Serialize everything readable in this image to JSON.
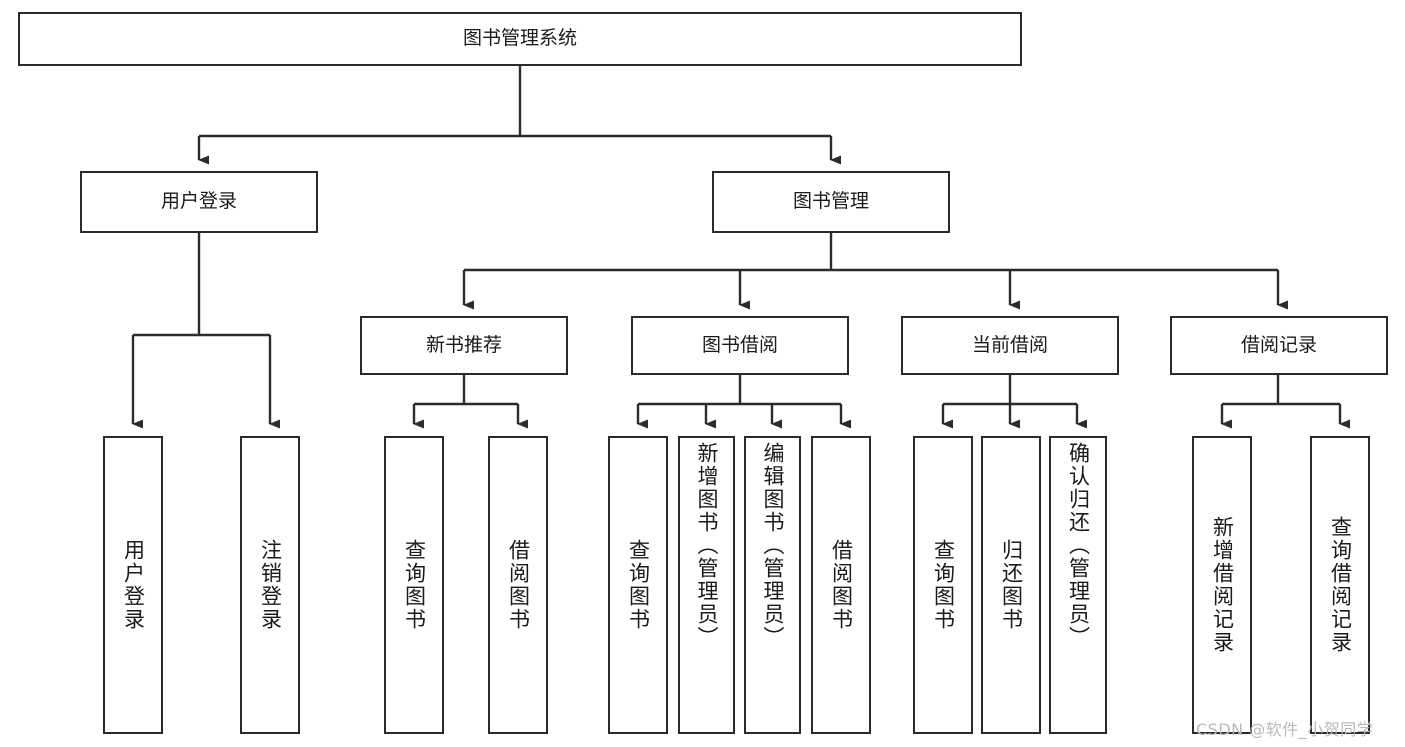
{
  "diagram": {
    "type": "tree-hierarchy-chart",
    "title": "图书管理系统",
    "colors": {
      "stroke": "#2b2b2b",
      "fill": "#ffffff",
      "text": "#1a1a1a",
      "watermark": "#b9b9b9"
    },
    "levels": {
      "root": {
        "label": "图书管理系统"
      },
      "level1": [
        {
          "id": "user-login",
          "label": "用户登录"
        },
        {
          "id": "book-management",
          "label": "图书管理"
        }
      ],
      "level2": [
        {
          "id": "new-book-recommend",
          "label": "新书推荐",
          "parent": "book-management"
        },
        {
          "id": "book-borrow",
          "label": "图书借阅",
          "parent": "book-management"
        },
        {
          "id": "current-borrow",
          "label": "当前借阅",
          "parent": "book-management"
        },
        {
          "id": "borrow-record",
          "label": "借阅记录",
          "parent": "book-management"
        }
      ],
      "leaves": [
        {
          "id": "leaf-user-login",
          "label": "用户登录",
          "parent": "user-login"
        },
        {
          "id": "leaf-logout",
          "label": "注销登录",
          "parent": "user-login"
        },
        {
          "id": "leaf-query-book-1",
          "label": "查询图书",
          "parent": "new-book-recommend"
        },
        {
          "id": "leaf-borrow-book-1",
          "label": "借阅图书",
          "parent": "new-book-recommend"
        },
        {
          "id": "leaf-query-book-2",
          "label": "查询图书",
          "parent": "book-borrow"
        },
        {
          "id": "leaf-add-book",
          "label": "新增图书（管理员）",
          "parent": "book-borrow"
        },
        {
          "id": "leaf-edit-book",
          "label": "编辑图书（管理员）",
          "parent": "book-borrow"
        },
        {
          "id": "leaf-borrow-book-2",
          "label": "借阅图书",
          "parent": "book-borrow"
        },
        {
          "id": "leaf-query-book-3",
          "label": "查询图书",
          "parent": "current-borrow"
        },
        {
          "id": "leaf-return-book",
          "label": "归还图书",
          "parent": "current-borrow"
        },
        {
          "id": "leaf-confirm-return",
          "label": "确认归还（管理员）",
          "parent": "current-borrow"
        },
        {
          "id": "leaf-add-record",
          "label": "新增借阅记录",
          "parent": "borrow-record"
        },
        {
          "id": "leaf-query-record",
          "label": "查询借阅记录",
          "parent": "borrow-record"
        }
      ]
    },
    "watermark": "CSDN @软件_小贺同学"
  }
}
